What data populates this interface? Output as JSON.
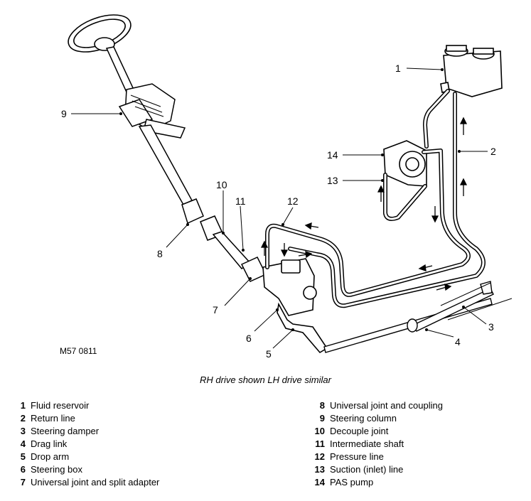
{
  "drawing_code": "M57 0811",
  "caption": "RH drive shown LH drive similar",
  "callouts": [
    "1",
    "2",
    "3",
    "4",
    "5",
    "6",
    "7",
    "8",
    "9",
    "10",
    "11",
    "12",
    "13",
    "14"
  ],
  "legend": [
    {
      "num": "1",
      "label": "Fluid reservoir"
    },
    {
      "num": "2",
      "label": "Return line"
    },
    {
      "num": "3",
      "label": "Steering damper"
    },
    {
      "num": "4",
      "label": "Drag link"
    },
    {
      "num": "5",
      "label": "Drop arm"
    },
    {
      "num": "6",
      "label": "Steering box"
    },
    {
      "num": "7",
      "label": "Universal joint and split adapter"
    },
    {
      "num": "8",
      "label": "Universal joint and coupling"
    },
    {
      "num": "9",
      "label": "Steering column"
    },
    {
      "num": "10",
      "label": "Decouple joint"
    },
    {
      "num": "11",
      "label": "Intermediate shaft"
    },
    {
      "num": "12",
      "label": "Pressure line"
    },
    {
      "num": "13",
      "label": "Suction (inlet) line"
    },
    {
      "num": "14",
      "label": "PAS pump"
    }
  ]
}
